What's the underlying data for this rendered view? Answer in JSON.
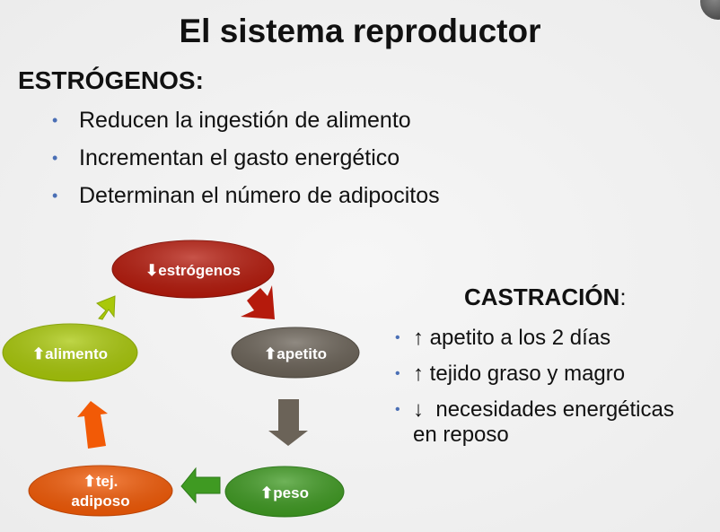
{
  "title": "El sistema reproductor",
  "subtitle": "ESTRÓGENOS:",
  "bullets": [
    "Reducen la ingestión de alimento",
    "Incrementan el gasto energético",
    "Determinan el número de adipocitos"
  ],
  "castration": {
    "heading": "CASTRACIÓN",
    "colon": ":",
    "items": [
      {
        "arrow": "↑",
        "text": "apetito a los 2 días"
      },
      {
        "arrow": "↑",
        "text": "tejido graso y magro"
      },
      {
        "arrow": "↓",
        "text": "necesidades energéticas",
        "cont": "en reposo"
      }
    ]
  },
  "bullet_glyph": "•",
  "cycle": {
    "nodes": [
      {
        "label": "⬇estrógenos",
        "color": "#b51a0c"
      },
      {
        "label": "⬆apetito",
        "color": "#6b6358"
      },
      {
        "label": "⬆peso",
        "color": "#3f9a22"
      },
      {
        "label": "⬆tej.",
        "label2": "adiposo",
        "color": "#f25a06"
      },
      {
        "label": "⬆alimento",
        "color": "#a9c80a"
      }
    ]
  }
}
